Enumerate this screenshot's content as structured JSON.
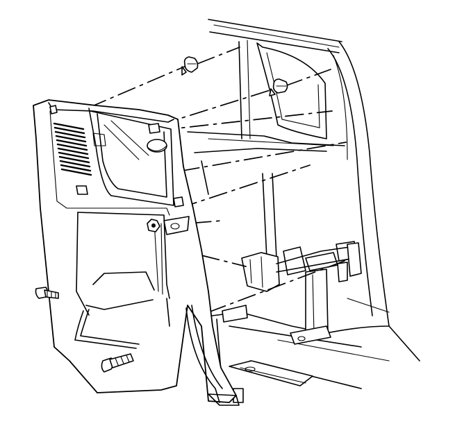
{
  "diagram": {
    "subject": "",
    "colors": {
      "line": "#000000",
      "background": "#ffffff"
    },
    "parts": [
      {
        "id": "trim-panel"
      },
      {
        "id": "upper-retainer-clip"
      },
      {
        "id": "middle-retainer-clip"
      },
      {
        "id": "panel-nut"
      },
      {
        "id": "front-push-pin"
      },
      {
        "id": "lower-push-pin"
      },
      {
        "id": "seat-latch-bracket"
      },
      {
        "id": "seat-rail-bracket"
      }
    ]
  }
}
